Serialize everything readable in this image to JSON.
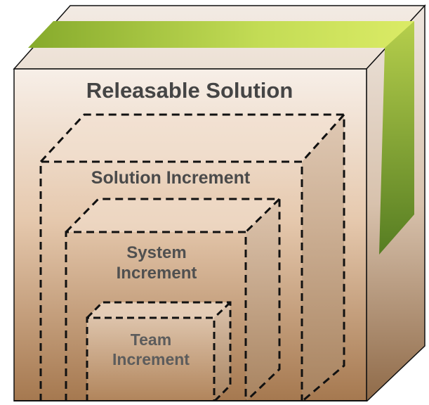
{
  "diagram": {
    "layers": [
      {
        "id": "releasable-solution",
        "lines": [
          "Releasable Solution"
        ]
      },
      {
        "id": "solution-increment",
        "lines": [
          "Solution Increment"
        ]
      },
      {
        "id": "system-increment",
        "lines": [
          "System",
          "Increment"
        ]
      },
      {
        "id": "team-increment",
        "lines": [
          "Team",
          "Increment"
        ]
      }
    ],
    "colors": {
      "outer_front_top": "#f6ede6",
      "outer_front_bottom": "#a4774f",
      "ribbon_light": "#d6e85c",
      "ribbon_dark": "#5d8726",
      "outline": "#111111"
    }
  }
}
